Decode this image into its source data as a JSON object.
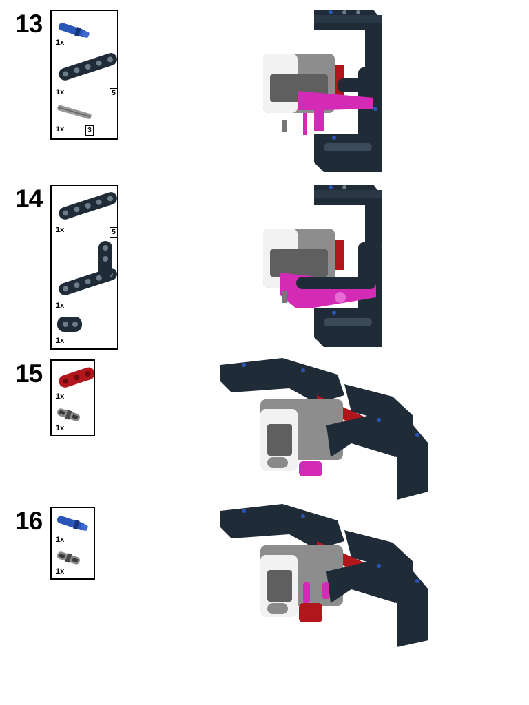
{
  "steps": [
    {
      "number": "13",
      "parts": [
        {
          "icon": "blue-axle-pin-icon",
          "qty": "1x"
        },
        {
          "icon": "dark-beam-5-icon",
          "qty": "1x",
          "length": "5"
        },
        {
          "icon": "gray-axle-3-icon",
          "qty": "1x",
          "length": "3"
        }
      ]
    },
    {
      "number": "14",
      "parts": [
        {
          "icon": "dark-beam-5-icon",
          "qty": "1x",
          "length": "5"
        },
        {
          "icon": "dark-angle-beam-icon",
          "qty": "1x"
        },
        {
          "icon": "dark-connector-icon",
          "qty": "1x"
        }
      ]
    },
    {
      "number": "15",
      "parts": [
        {
          "icon": "red-beam-3-icon",
          "qty": "1x"
        },
        {
          "icon": "gray-pin-icon",
          "qty": "1x"
        }
      ]
    },
    {
      "number": "16",
      "parts": [
        {
          "icon": "blue-axle-pin-icon",
          "qty": "1x"
        },
        {
          "icon": "gray-pin-icon",
          "qty": "1x"
        }
      ]
    }
  ],
  "colors": {
    "beam_dark": "#1f2c38",
    "beam_hole": "#6d7c89",
    "accent_blue": "#2a55b8",
    "motor_white": "#f2f2f2",
    "motor_gray": "#8d8d8d",
    "magenta": "#d42bb6",
    "red": "#b0161c"
  }
}
